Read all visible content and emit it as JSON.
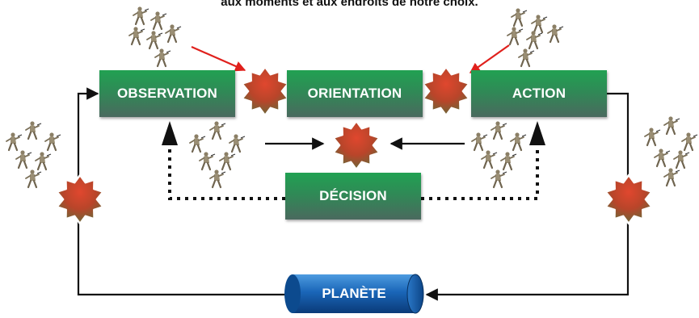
{
  "caption": "aux moments et aux endroits de notre choix.",
  "loop_stages": {
    "observation": "OBSERVATION",
    "orientation": "ORIENTATION",
    "action": "ACTION",
    "decision": "DÉCISION"
  },
  "environment_label": "PLANÈTE",
  "colors": {
    "stage_box_top": "#21a152",
    "stage_box_bottom": "#4a6a5e",
    "planet_blue": "#1460b4",
    "burst_red": "#d23a2a",
    "burst_olive": "#6a6838",
    "red_arrow": "#e0201c",
    "soldier": "#9a8e74"
  },
  "icons": [
    "soldier-group-icon",
    "explosion-burst-icon"
  ]
}
